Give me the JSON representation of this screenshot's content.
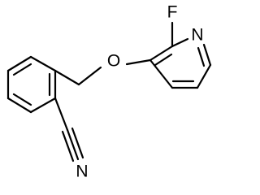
{
  "molecule": {
    "atoms": {
      "fluorine": "F",
      "pyridine_nitrogen": "N",
      "ether_oxygen": "O",
      "nitrile_nitrogen": "N"
    }
  }
}
